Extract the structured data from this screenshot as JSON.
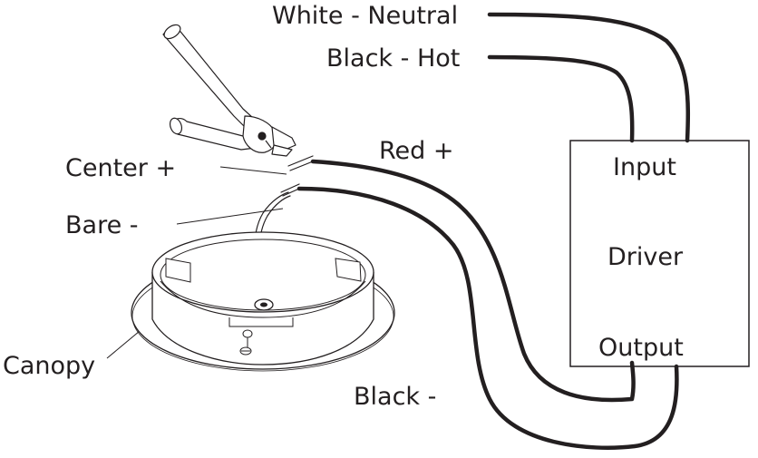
{
  "labels": {
    "white_neutral": "White - Neutral",
    "black_hot": "Black - Hot",
    "red_plus": "Red +",
    "center_plus": "Center +",
    "bare_minus": "Bare -",
    "canopy": "Canopy",
    "black_minus": "Black -",
    "input": "Input",
    "driver": "Driver",
    "output": "Output"
  },
  "colors": {
    "ink": "#231f20",
    "background": "#ffffff"
  },
  "icons": [
    "wire-cutter-icon",
    "canopy-ring-icon",
    "screw-icon"
  ]
}
